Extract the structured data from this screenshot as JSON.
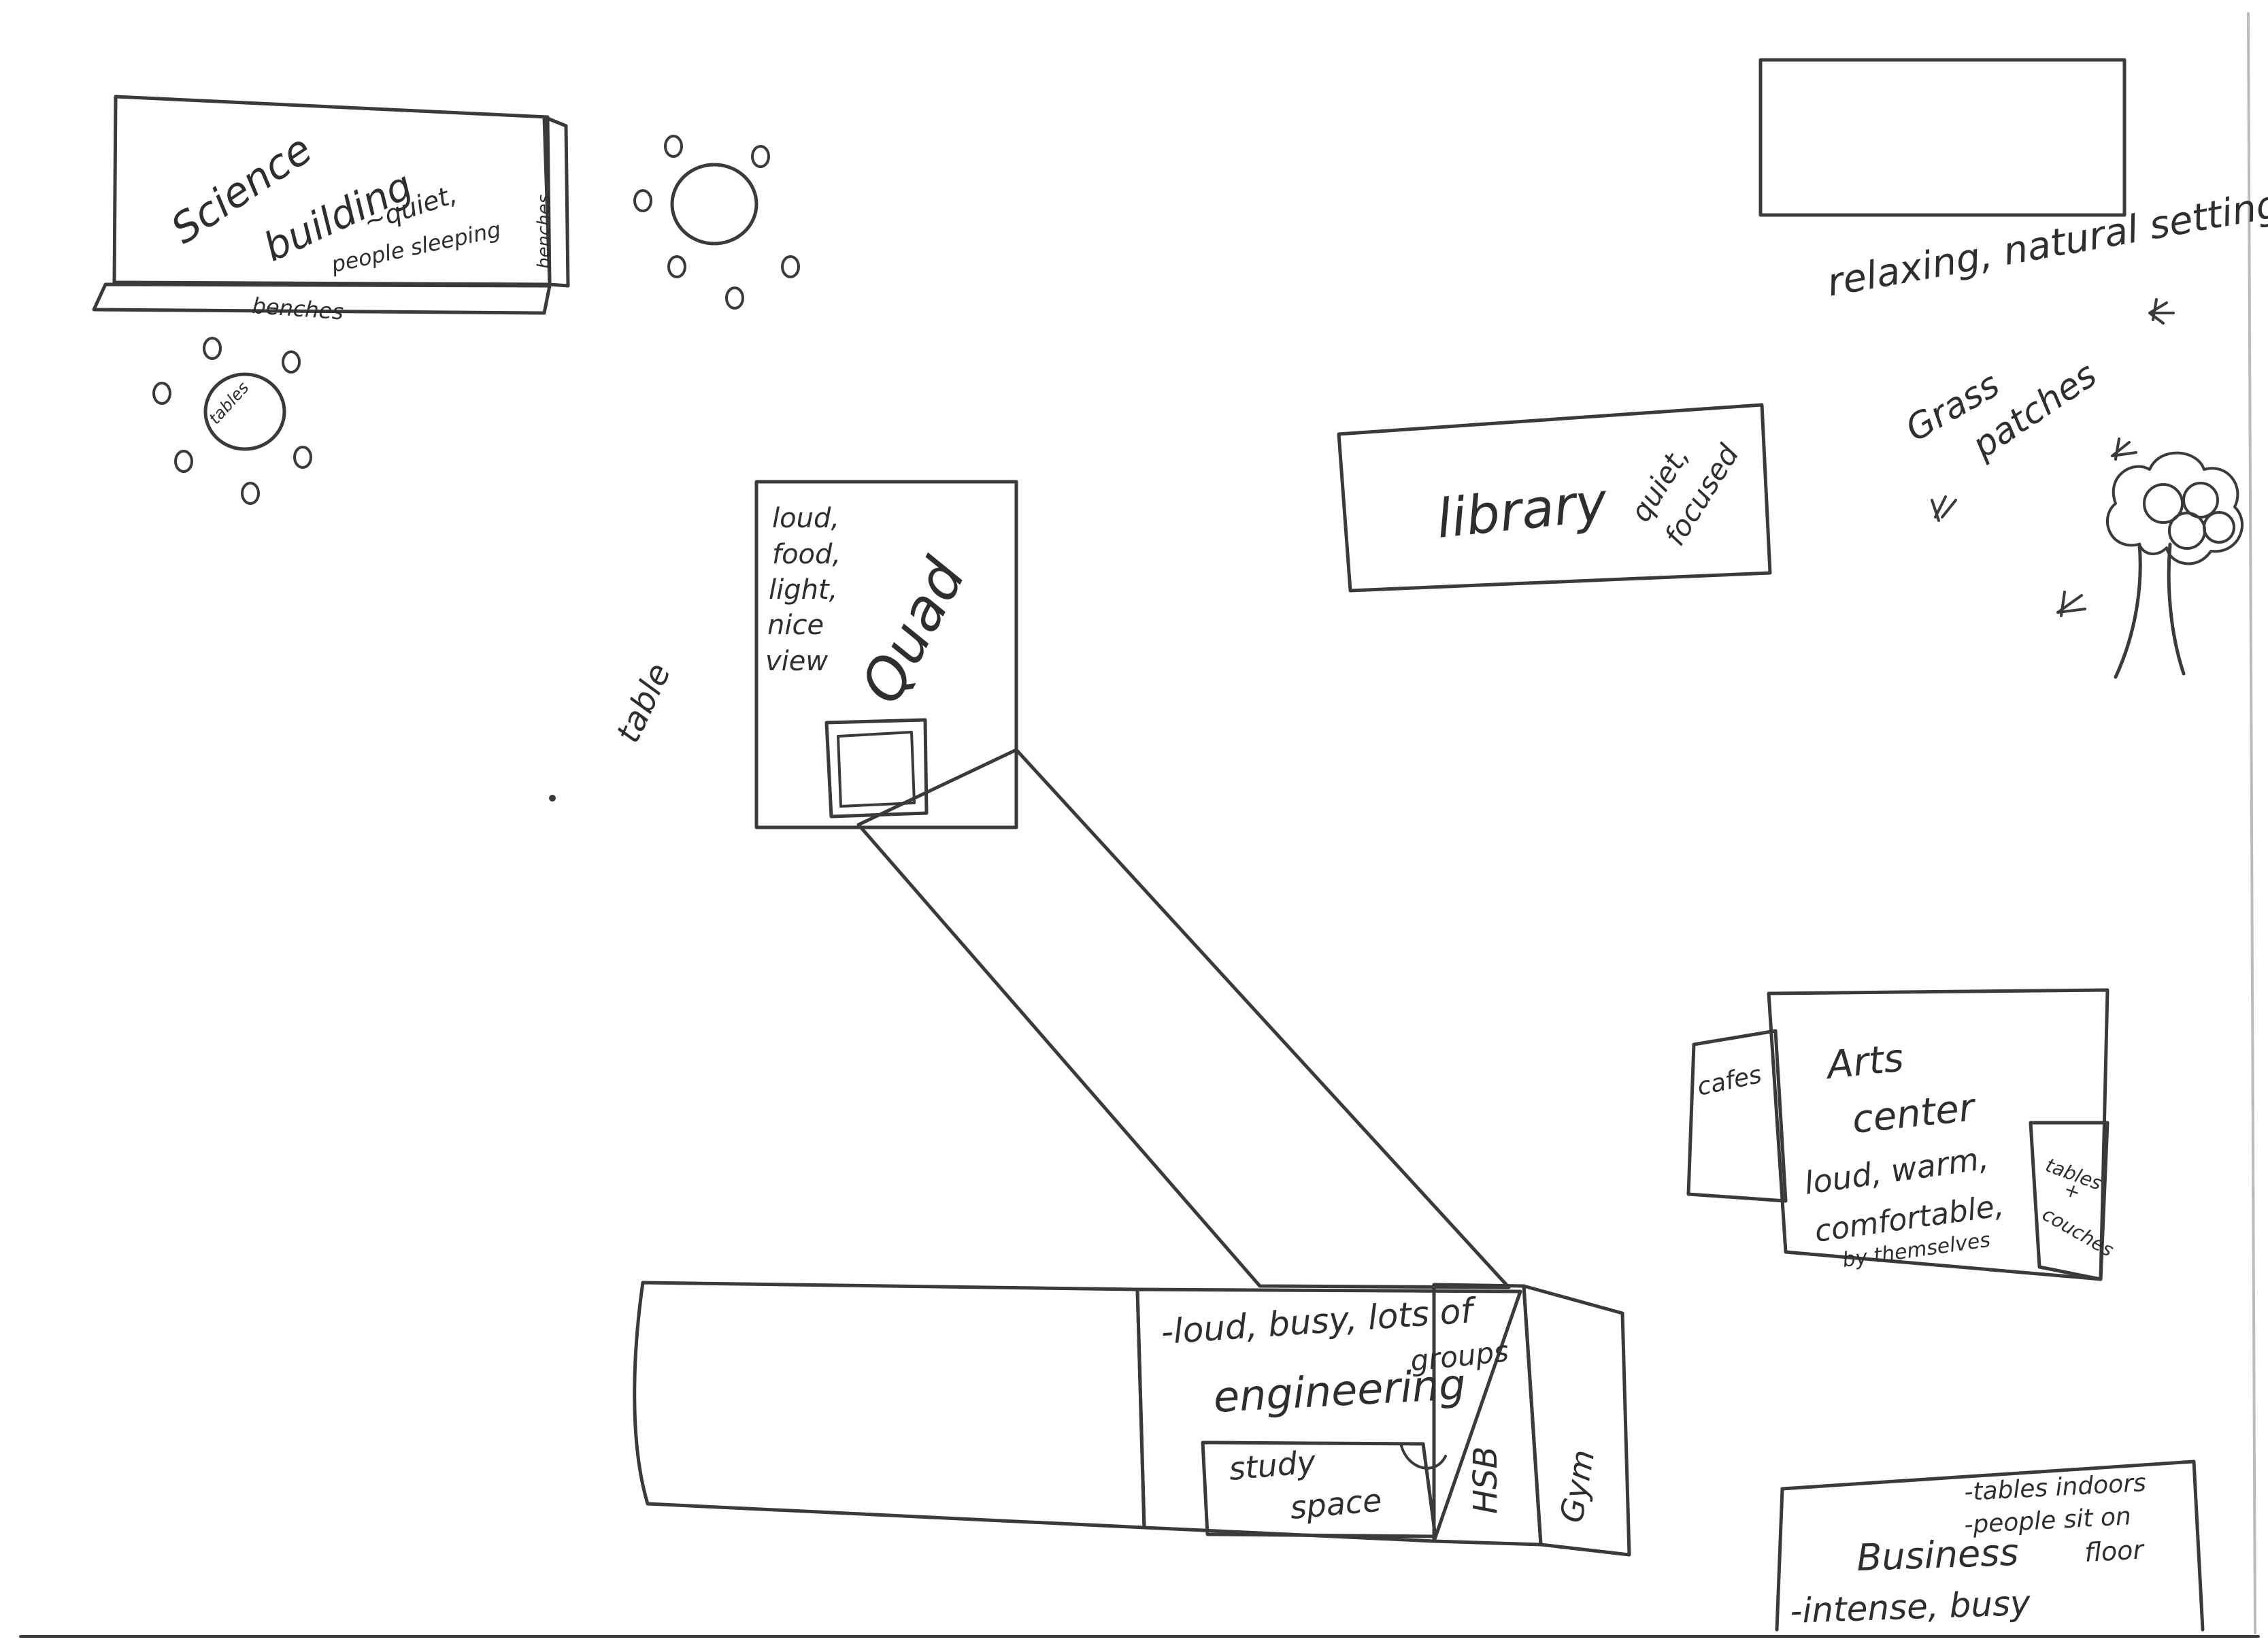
{
  "map": {
    "science": {
      "name_line1": "Science",
      "name_line2": "building",
      "note_line1": "~quiet,",
      "note_line2": "people sleeping",
      "benches_side": "benches",
      "benches_bottom": "benches",
      "tables": "tables"
    },
    "library": {
      "name": "library",
      "note_line1": "quiet,",
      "note_line2": "focused"
    },
    "nature": {
      "note": "relaxing, natural setting",
      "grass_line1": "Grass",
      "grass_line2": "patches"
    },
    "quad": {
      "name": "Quad",
      "note_line1": "loud,",
      "note_line2": "food,",
      "note_line3": "light,",
      "note_line4": "nice",
      "note_line5": "view",
      "table": "table"
    },
    "arts": {
      "name_line1": "Arts",
      "name_line2": "center",
      "note_line1": "loud, warm,",
      "note_line2": "comfortable,",
      "note_line3": "by themselves",
      "cafes": "cafes",
      "tables_line1": "tables",
      "tables_line2": "+",
      "tables_line3": "couches"
    },
    "engineering": {
      "name": "engineering",
      "note_line1": "-loud, busy, lots of",
      "note_line2": "groups",
      "study_line1": "study",
      "study_line2": "space",
      "hsb": "HSB",
      "gym": "Gym"
    },
    "business": {
      "name": "Business",
      "note_line1": "-tables indoors",
      "note_line2": "-people sit on",
      "note_line3": "floor",
      "note_line4": "-intense, busy"
    }
  },
  "colors": {
    "ink": "#3a3a3a",
    "paper": "#ffffff"
  }
}
